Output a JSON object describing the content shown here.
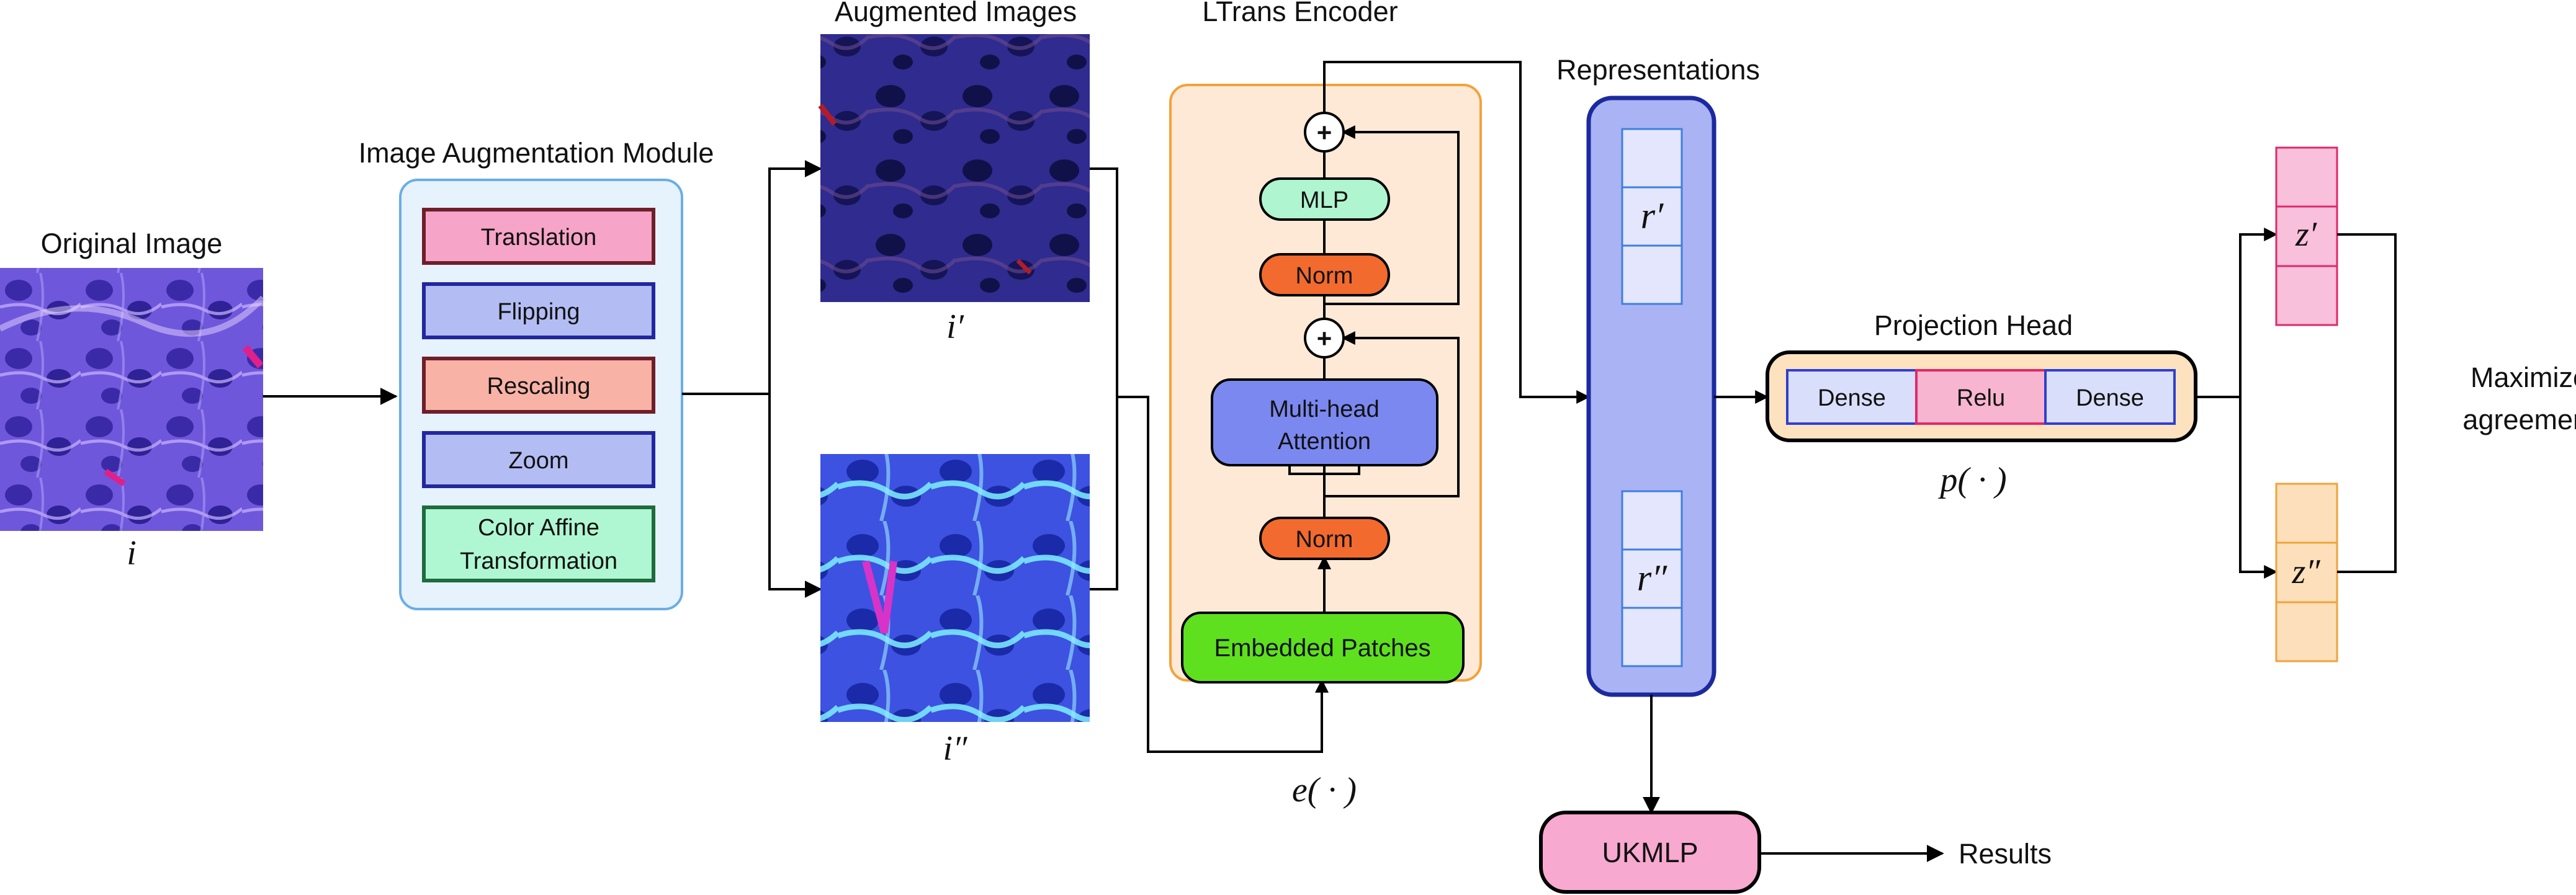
{
  "original": {
    "title": "Original Image",
    "symbol": "i"
  },
  "augmentation": {
    "title": "Image Augmentation Module",
    "steps": [
      {
        "label": "Translation",
        "fill": "#f6a4c8",
        "stroke": "#6e1f2a"
      },
      {
        "label": "Flipping",
        "fill": "#b3bdf4",
        "stroke": "#22279e"
      },
      {
        "label": "Rescaling",
        "fill": "#f8b3a6",
        "stroke": "#6e1f2a"
      },
      {
        "label": "Zoom",
        "fill": "#b3bdf4",
        "stroke": "#22279e"
      },
      {
        "label": "Color Affine",
        "label2": "Transformation",
        "fill": "#aff7d2",
        "stroke": "#1e6b3d"
      }
    ]
  },
  "augmented": {
    "title": "Augmented Images",
    "symbol1": "i′",
    "symbol2": "i″"
  },
  "encoder": {
    "title": "LTrans Encoder",
    "mlp": "MLP",
    "norm_top": "Norm",
    "attention1": "Multi-head",
    "attention2": "Attention",
    "norm_bottom": "Norm",
    "patches": "Embedded Patches",
    "plus": "+",
    "function": "e( · )"
  },
  "representations": {
    "title": "Representations",
    "r1": "r′",
    "r2": "r″"
  },
  "projection": {
    "title": "Projection Head",
    "blocks": [
      "Dense",
      "Relu",
      "Dense"
    ],
    "function": "p( · )"
  },
  "outputs": {
    "z1": "z′",
    "z2": "z″",
    "objective1": "Maximize",
    "objective2": "agreement"
  },
  "classifier": {
    "label": "UKMLP",
    "result": "Results"
  },
  "colors": {
    "module_fill": "#e6f2fc",
    "module_stroke": "#6aaee6",
    "encoder_fill": "#fde9d5",
    "encoder_stroke": "#f2a23a",
    "mlp": "#aff5cf",
    "norm": "#f26a2e",
    "attention": "#7b88ef",
    "patches": "#5ee01f",
    "representation_fill": "#aab3f4",
    "representation_stroke": "#1c2a9e",
    "projection_fill": "#fde2c0",
    "relu": "#f8b5cf",
    "dense": "#d9defb",
    "ukmlp": "#f8a9cf",
    "z1": "#f9c0db",
    "z2": "#fde0bb"
  }
}
